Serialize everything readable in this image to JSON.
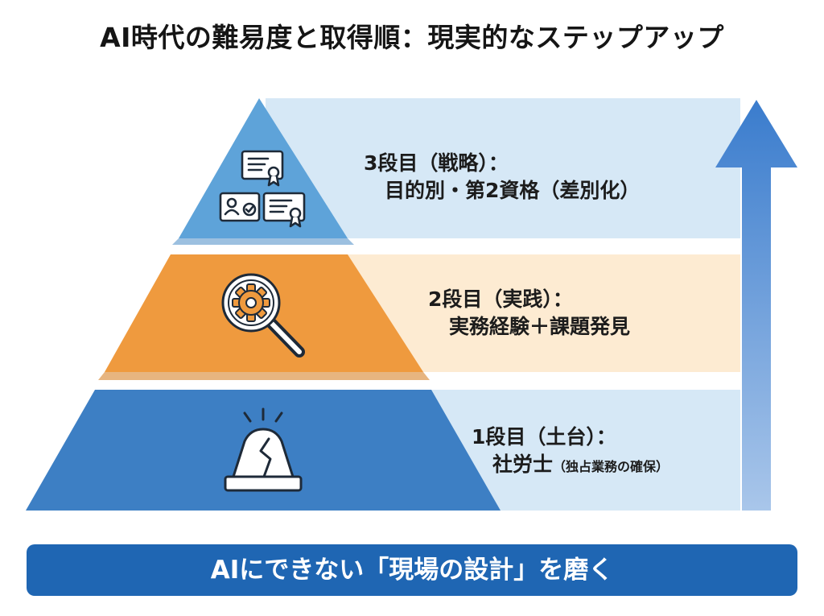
{
  "title": "AI時代の難易度と取得順：現実的なステップアップ",
  "tiers": [
    {
      "heading": "3段目（戦略）：",
      "description": "目的別・第2資格（差別化）",
      "icon": "certificates-icon",
      "color": "#5ea3d9"
    },
    {
      "heading": "2段目（実践）：",
      "description": "実務経験＋課題発見",
      "icon": "magnifier-gear-icon",
      "color": "#ef9a3e"
    },
    {
      "heading": "1段目（土台）：",
      "description": "社労士",
      "note": "（独占業務の確保）",
      "icon": "cracked-stone-icon",
      "color": "#3d7fc4"
    }
  ],
  "banner": {
    "text": "AIにできない「現場の設計」を磨く"
  },
  "colors": {
    "band_blue": "#d6e8f6",
    "band_orange": "#fdebd2",
    "banner": "#1f66b3",
    "arrow": "#5b8fd0"
  }
}
